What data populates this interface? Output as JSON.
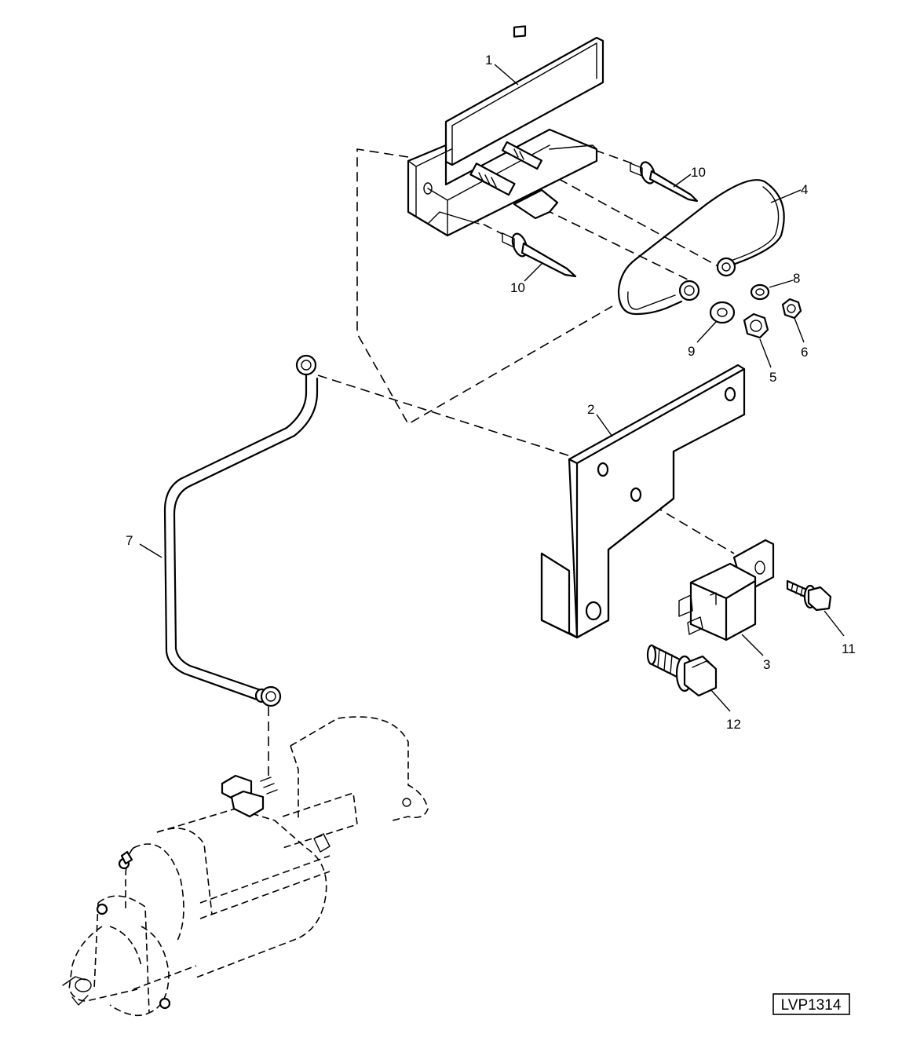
{
  "callouts": [
    {
      "id": "c1",
      "label": "1"
    },
    {
      "id": "c2",
      "label": "2"
    },
    {
      "id": "c3",
      "label": "3"
    },
    {
      "id": "c4",
      "label": "4"
    },
    {
      "id": "c5",
      "label": "5"
    },
    {
      "id": "c6",
      "label": "6"
    },
    {
      "id": "c7",
      "label": "7"
    },
    {
      "id": "c8",
      "label": "8"
    },
    {
      "id": "c9",
      "label": "9"
    },
    {
      "id": "c10a",
      "label": "10"
    },
    {
      "id": "c10b",
      "label": "10"
    },
    {
      "id": "c11",
      "label": "11"
    },
    {
      "id": "c12",
      "label": "12"
    }
  ],
  "reference_code": "LVP1314"
}
